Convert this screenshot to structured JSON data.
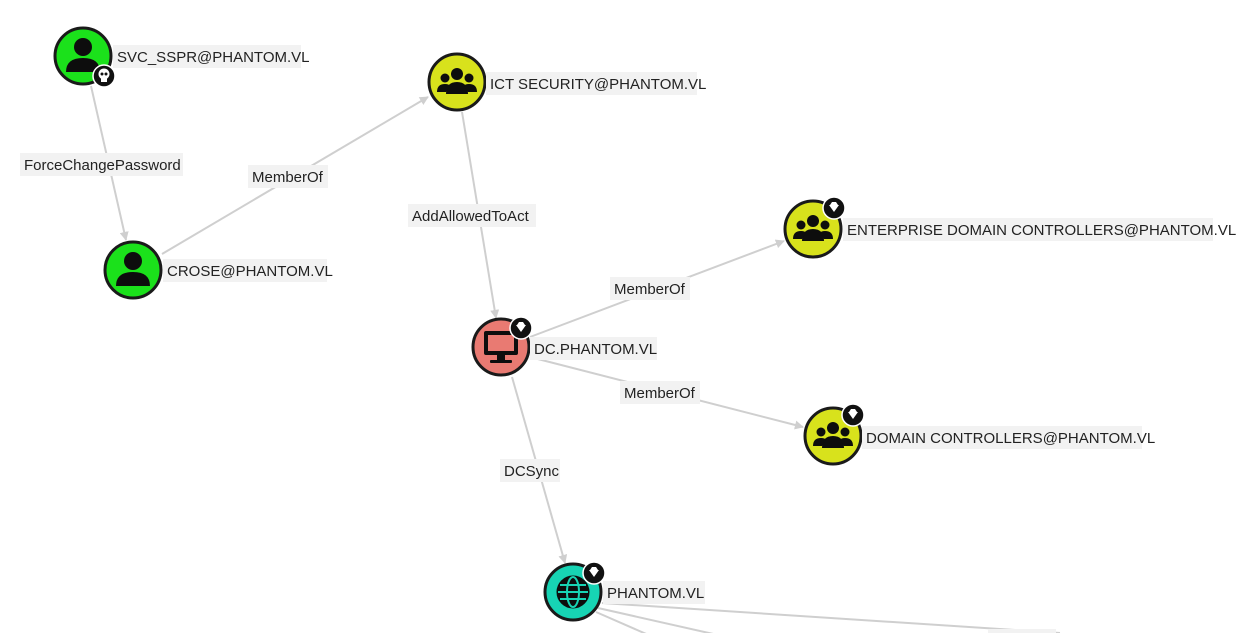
{
  "graph": {
    "nodes": {
      "svc_sspr": {
        "label": "SVC_SSPR@PHANTOM.VL",
        "type": "user",
        "color": "#1be11b",
        "badge": "owned"
      },
      "crose": {
        "label": "CROSE@PHANTOM.VL",
        "type": "user",
        "color": "#1be11b"
      },
      "ict_security": {
        "label": "ICT SECURITY@PHANTOM.VL",
        "type": "group",
        "color": "#d8e21c"
      },
      "enterprise_dcs": {
        "label": "ENTERPRISE DOMAIN CONTROLLERS@PHANTOM.VL",
        "type": "group",
        "color": "#d8e21c",
        "badge": "high-value"
      },
      "dc": {
        "label": "DC.PHANTOM.VL",
        "type": "computer",
        "color": "#e97a72",
        "badge": "high-value"
      },
      "domain_dcs": {
        "label": "DOMAIN CONTROLLERS@PHANTOM.VL",
        "type": "group",
        "color": "#d8e21c",
        "badge": "high-value"
      },
      "phantom": {
        "label": "PHANTOM.VL",
        "type": "domain",
        "color": "#17d4b4",
        "badge": "high-value"
      }
    },
    "edges": {
      "e1": {
        "label": "ForceChangePassword"
      },
      "e2": {
        "label": "MemberOf"
      },
      "e3": {
        "label": "AddAllowedToAct"
      },
      "e4": {
        "label": "MemberOf"
      },
      "e5": {
        "label": "MemberOf"
      },
      "e6": {
        "label": "DCSync"
      }
    }
  }
}
